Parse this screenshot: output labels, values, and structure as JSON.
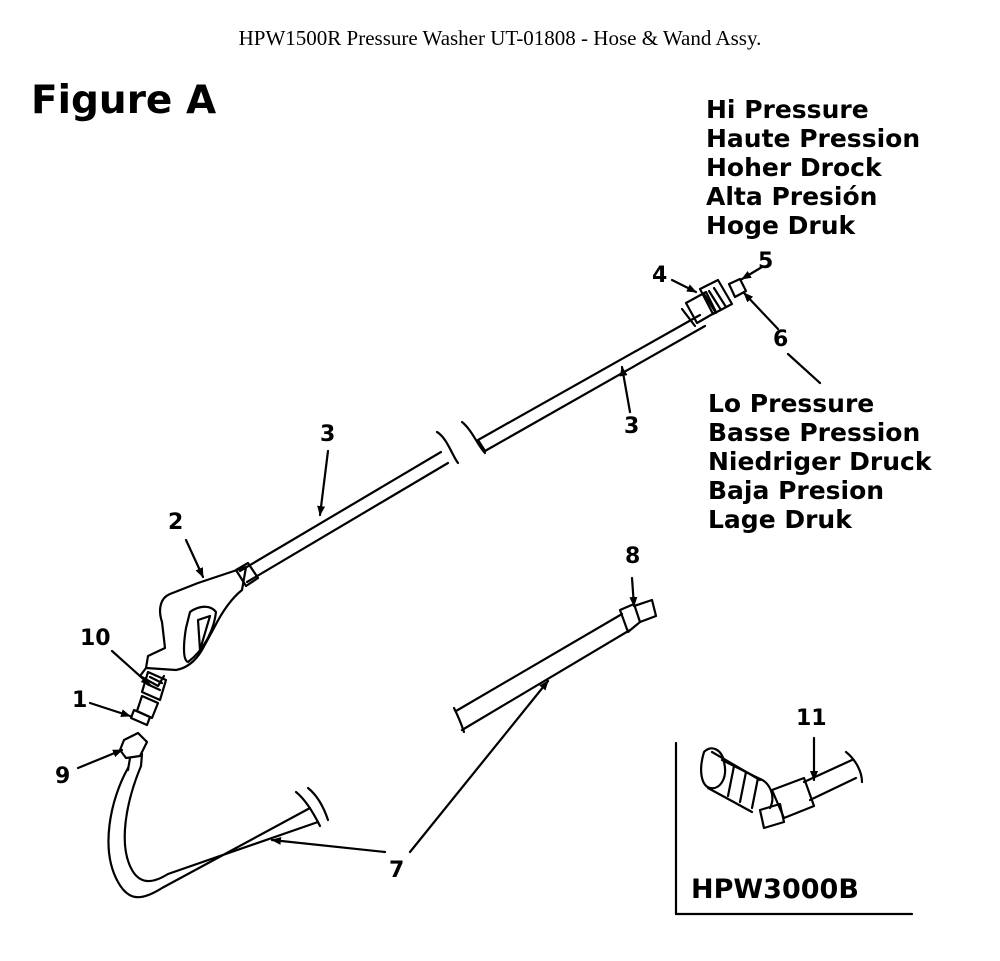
{
  "header": {
    "title": "HPW1500R Pressure Washer UT-01808 - Hose & Wand Assy."
  },
  "figure": {
    "label": "Figure A"
  },
  "hi_pressure": {
    "lines": [
      "Hi Pressure",
      "Haute Pression",
      "Hoher Drock",
      "Alta Presión",
      "Hoge Druk"
    ]
  },
  "lo_pressure": {
    "lines": [
      "Lo Pressure",
      "Basse Pression",
      "Niedriger  Druck",
      "Baja Presion",
      "Lage Druk"
    ]
  },
  "callouts": {
    "c1": "1",
    "c2": "2",
    "c3a": "3",
    "c3b": "3",
    "c4": "4",
    "c5": "5",
    "c6": "6",
    "c7": "7",
    "c8": "8",
    "c9": "9",
    "c10": "10",
    "c11": "11"
  },
  "inset": {
    "model": "HPW3000B"
  }
}
